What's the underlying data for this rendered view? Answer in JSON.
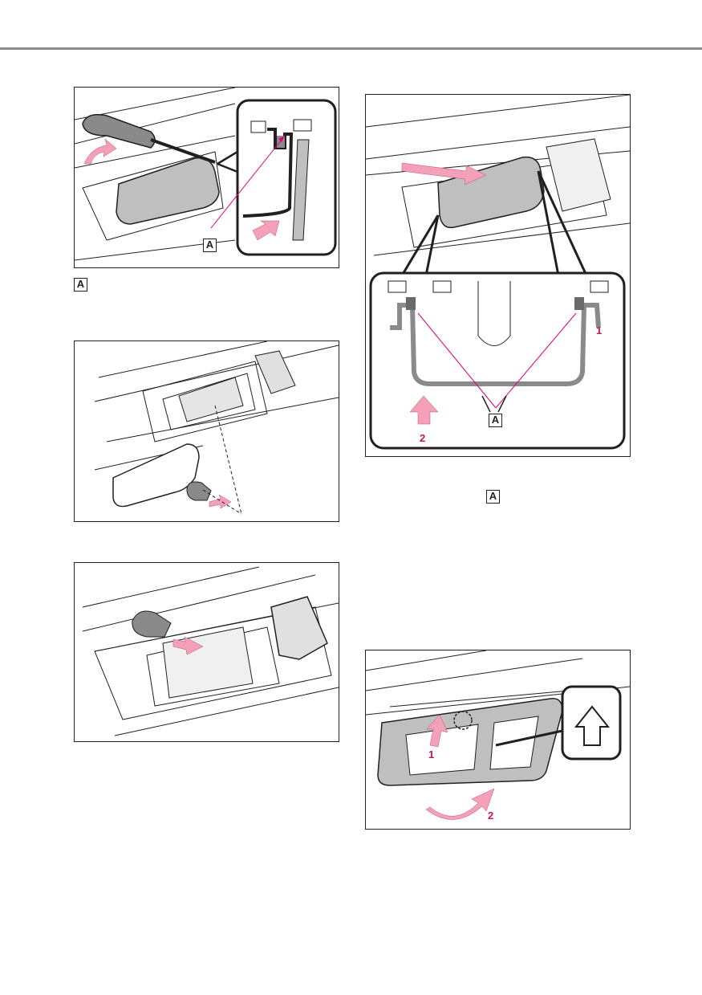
{
  "colors": {
    "accent": "#e4007f",
    "arrow": "#f3a0b8",
    "rule": "#8c8c8c",
    "part": "#bfbfbf"
  },
  "figures": {
    "fig1": {
      "callout": "A"
    },
    "legend_a": "A",
    "fig4": {
      "callout": "A",
      "step1": "1",
      "step2": "2"
    },
    "text_ref_a": "A",
    "fig5": {
      "step1": "1",
      "step2": "2"
    }
  }
}
